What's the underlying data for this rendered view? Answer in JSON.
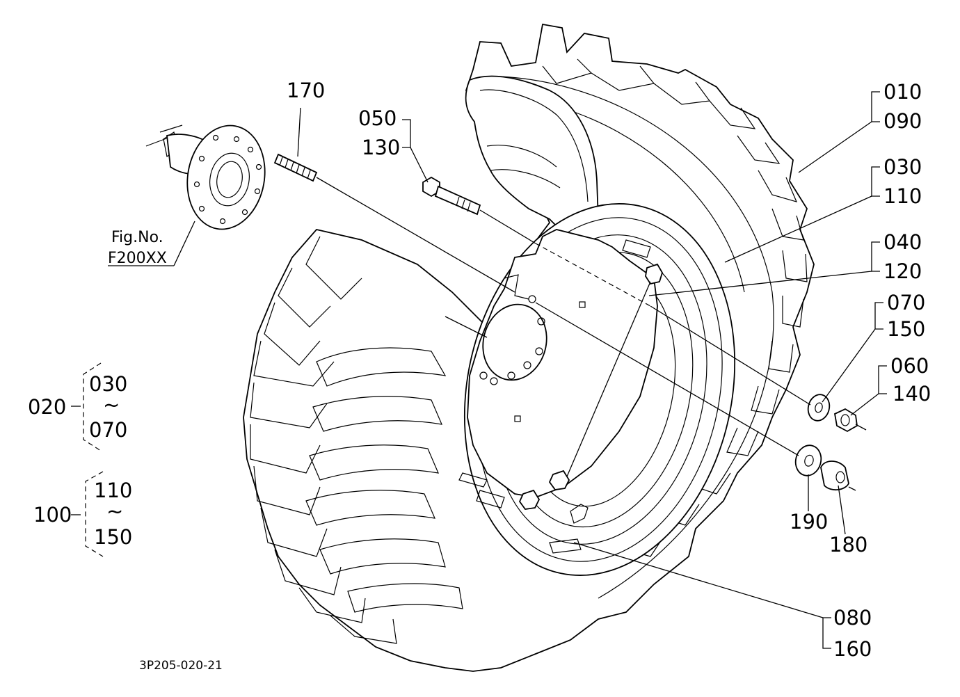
{
  "callouts": {
    "c170": "170",
    "c050": "050",
    "c130": "130",
    "c010": "010",
    "c090": "090",
    "c030": "030",
    "c110": "110",
    "c040": "040",
    "c120": "120",
    "c070": "070",
    "c150": "150",
    "c060": "060",
    "c140": "140",
    "c190": "190",
    "c180": "180",
    "c080": "080",
    "c160": "160"
  },
  "ref_figure": {
    "line1": "Fig.No.",
    "line2": "F200XX"
  },
  "groups": {
    "g020": {
      "id": "020",
      "from": "030",
      "tilde": "~",
      "to": "070"
    },
    "g100": {
      "id": "100",
      "from": "110",
      "tilde": "~",
      "to": "150"
    }
  },
  "drawing_code": "3P205-020-21"
}
